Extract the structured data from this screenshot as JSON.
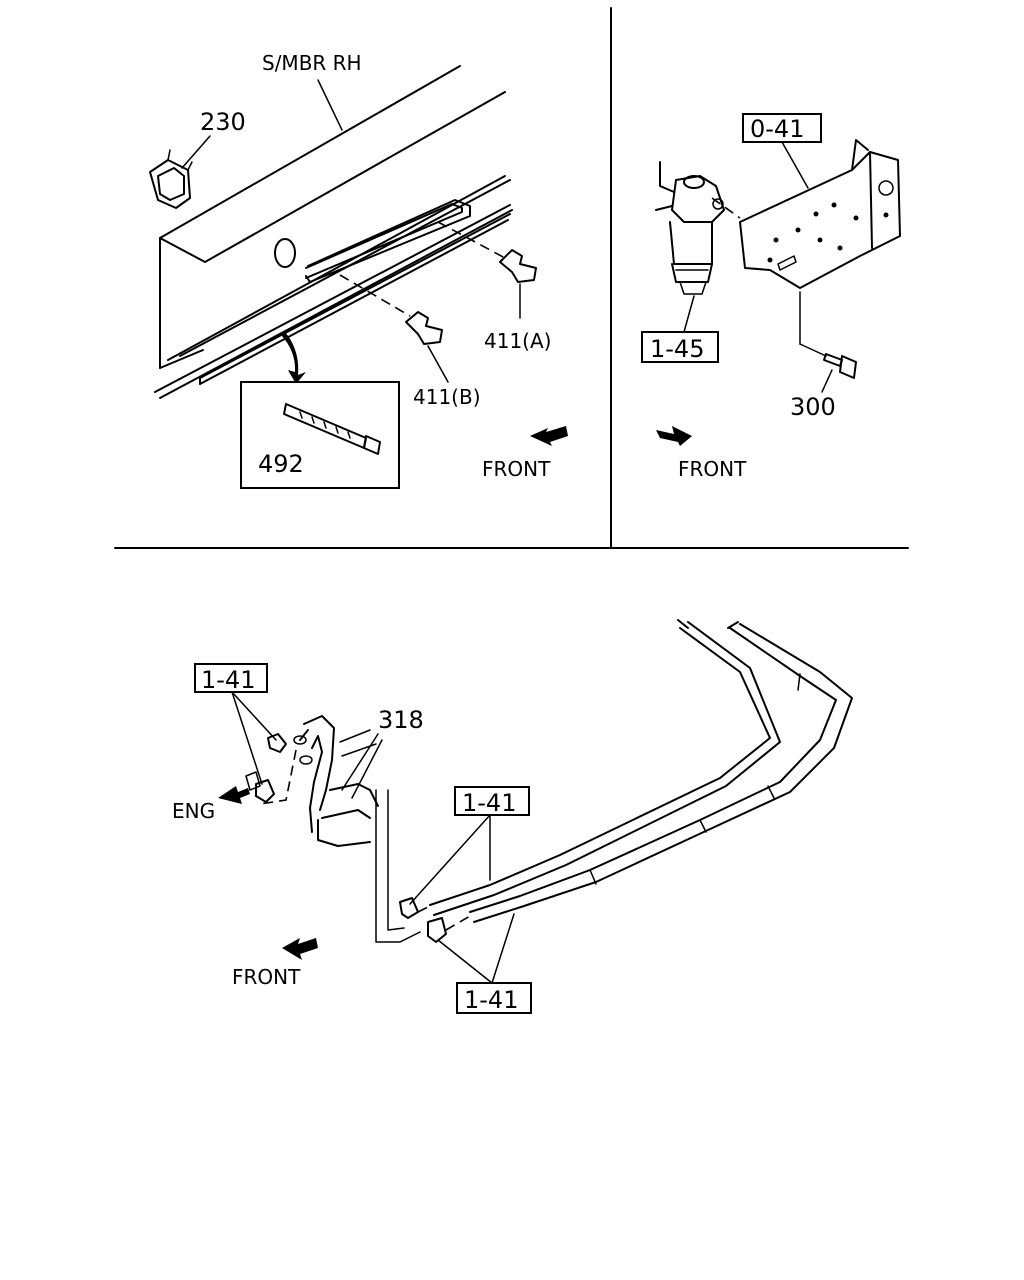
{
  "diagram": {
    "panel_tl": {
      "frame_label": "S/MBR RH",
      "callouts": {
        "c230": "230",
        "c411a": "411(A)",
        "c411b": "411(B)",
        "c492": "492"
      },
      "front_label": "FRONT"
    },
    "panel_tr": {
      "callouts": {
        "c041": "0-41",
        "c145": "1-45",
        "c300": "300"
      },
      "front_label": "FRONT"
    },
    "panel_bottom": {
      "callouts": {
        "c141_a": "1-41",
        "c141_b": "1-41",
        "c141_c": "1-41",
        "c318": "318"
      },
      "eng_label": "ENG",
      "front_label": "FRONT"
    }
  }
}
